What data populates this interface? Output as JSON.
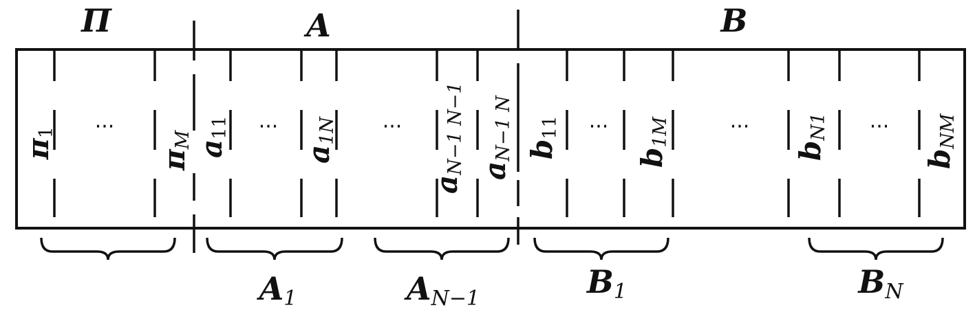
{
  "sections": [
    {
      "id": "pi",
      "label": "Π"
    },
    {
      "id": "a",
      "label": "A"
    },
    {
      "id": "b",
      "label": "B"
    }
  ],
  "cells": [
    {
      "sym": "π",
      "sub": "1"
    },
    {
      "dots": "···"
    },
    {
      "sym": "π",
      "sub": "M"
    },
    {
      "sym": "a",
      "sub": "11"
    },
    {
      "dots": "···"
    },
    {
      "sym": "a",
      "sub": "1N"
    },
    {
      "dots": "···"
    },
    {
      "sym": "a",
      "sub": "N−1 N−1"
    },
    {
      "sym": "a",
      "sub": "N−1 N"
    },
    {
      "sym": "b",
      "sub": "11"
    },
    {
      "dots": "···"
    },
    {
      "sym": "b",
      "sub": "1M"
    },
    {
      "dots": "···"
    },
    {
      "sym": "b",
      "sub": "N1"
    },
    {
      "dots": "···"
    },
    {
      "sym": "b",
      "sub": "NM"
    }
  ],
  "groups": [
    {
      "id": "pi-group",
      "label": "",
      "sub": ""
    },
    {
      "id": "a1",
      "label": "A",
      "sub": "1"
    },
    {
      "id": "an1",
      "label": "A",
      "sub": "N−1"
    },
    {
      "id": "b1",
      "label": "B",
      "sub": "1"
    },
    {
      "id": "bn",
      "label": "B",
      "sub": "N"
    }
  ]
}
